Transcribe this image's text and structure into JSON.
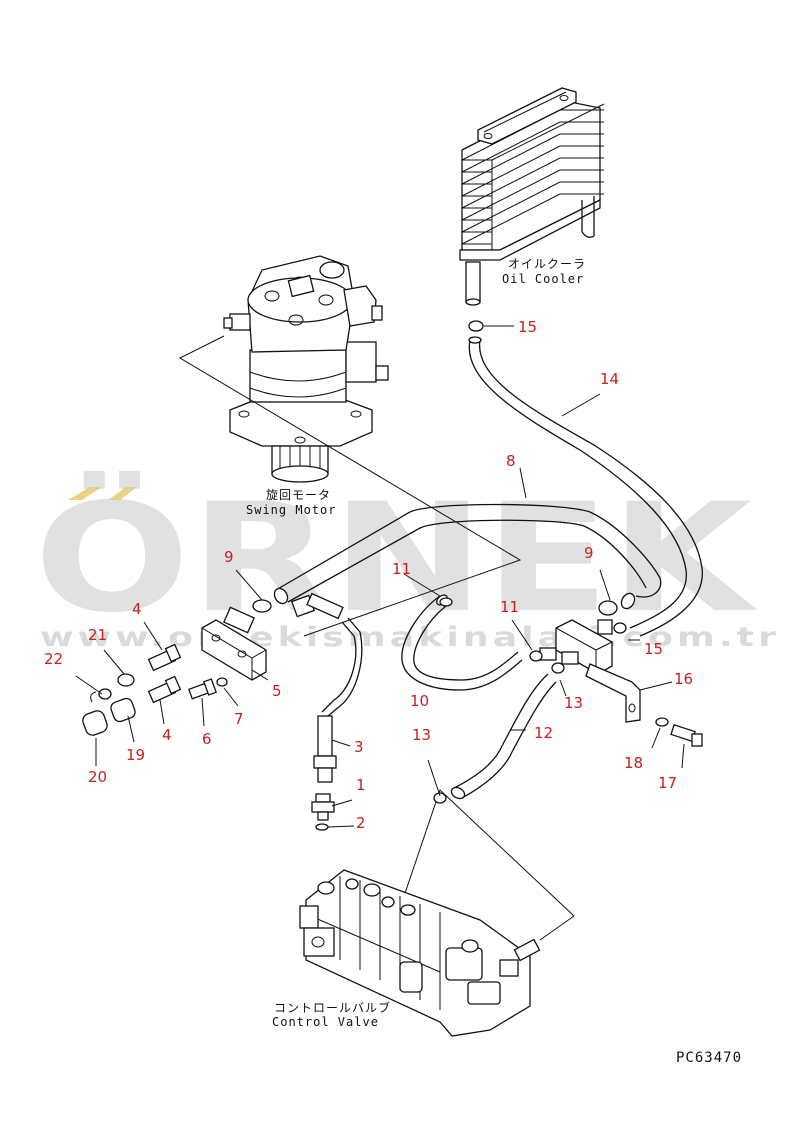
{
  "components": {
    "oil_cooler": {
      "jp": "オイルクーラ",
      "en": "Oil Cooler"
    },
    "swing_motor": {
      "jp": "旋回モータ",
      "en": "Swing Motor"
    },
    "control_valve": {
      "jp": "コントロールバルブ",
      "en": "Control Valve"
    }
  },
  "callouts": [
    {
      "id": "c1",
      "text": "1"
    },
    {
      "id": "c2",
      "text": "2"
    },
    {
      "id": "c3",
      "text": "3"
    },
    {
      "id": "c4a",
      "text": "4"
    },
    {
      "id": "c4b",
      "text": "4"
    },
    {
      "id": "c5",
      "text": "5"
    },
    {
      "id": "c6",
      "text": "6"
    },
    {
      "id": "c7",
      "text": "7"
    },
    {
      "id": "c8",
      "text": "8"
    },
    {
      "id": "c9a",
      "text": "9"
    },
    {
      "id": "c9b",
      "text": "9"
    },
    {
      "id": "c10",
      "text": "10"
    },
    {
      "id": "c11a",
      "text": "11"
    },
    {
      "id": "c11b",
      "text": "11"
    },
    {
      "id": "c12",
      "text": "12"
    },
    {
      "id": "c13a",
      "text": "13"
    },
    {
      "id": "c13b",
      "text": "13"
    },
    {
      "id": "c14",
      "text": "14"
    },
    {
      "id": "c15a",
      "text": "15"
    },
    {
      "id": "c15b",
      "text": "15"
    },
    {
      "id": "c16",
      "text": "16"
    },
    {
      "id": "c17",
      "text": "17"
    },
    {
      "id": "c18",
      "text": "18"
    },
    {
      "id": "c19",
      "text": "19"
    },
    {
      "id": "c20",
      "text": "20"
    },
    {
      "id": "c21",
      "text": "21"
    },
    {
      "id": "c22",
      "text": "22"
    }
  ],
  "drawing_code": "PC63470",
  "watermark": {
    "brand": "ÖRNEK",
    "url": "www.ornekismakinalari.com.tr"
  },
  "colors": {
    "callout": "#c8201f",
    "line": "#111111",
    "watermark": "#c9c9c9",
    "accent": "#e8c860"
  }
}
